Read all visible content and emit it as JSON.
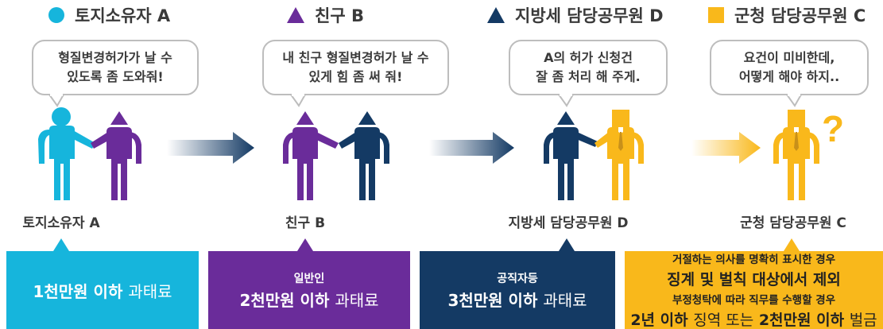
{
  "legend": [
    {
      "marker": "circle",
      "color": "#16b5dc",
      "label": "토지소유자 A"
    },
    {
      "marker": "triangle",
      "color": "#6a2c9a",
      "label": "친구 B"
    },
    {
      "marker": "triangle",
      "color": "#143a64",
      "label": "지방세 담당공무원 D"
    },
    {
      "marker": "square",
      "color": "#f9b81b",
      "label": "군청 담당공무원 C"
    }
  ],
  "bubbles": [
    {
      "line1": "형질변경허가가 날 수",
      "line2": "있도록 좀 도와줘!"
    },
    {
      "line1": "내 친구 형질변경허가 날 수",
      "line2": "있게 힘 좀 써 줘!"
    },
    {
      "line1": "A의 허가 신청건",
      "line2": "잘 좀 처리 해 주게."
    },
    {
      "line1": "요건이 미비한데,",
      "line2": "어떻게 해야 하지.."
    }
  ],
  "question_mark": "?",
  "person_labels": [
    "토지소유자 A",
    "친구 B",
    "지방세 담당공무원 D",
    "군청 담당공무원 C"
  ],
  "penalties": {
    "a": {
      "amount": "1천만원 이하",
      "type": "과태료"
    },
    "b": {
      "who": "일반인",
      "amount": "2천만원 이하",
      "type": "과태료"
    },
    "d": {
      "who": "공직자등",
      "amount": "3천만원 이하",
      "type": "과태료"
    },
    "c": {
      "cond1": "거절하는 의사를 명확히 표시한 경우",
      "result1": "징계 및 벌칙 대상에서 제외",
      "cond2": "부정청탁에 따라 직무를 수행할 경우",
      "amount1": "2년 이하",
      "mid": "징역 또는",
      "amount2": "2천만원 이하",
      "type": "벌금"
    }
  },
  "colors": {
    "cyan": "#16b5dc",
    "purple": "#6a2c9a",
    "navy": "#143a64",
    "yellow": "#f9b81b",
    "gold_tie": "#c8901a"
  }
}
